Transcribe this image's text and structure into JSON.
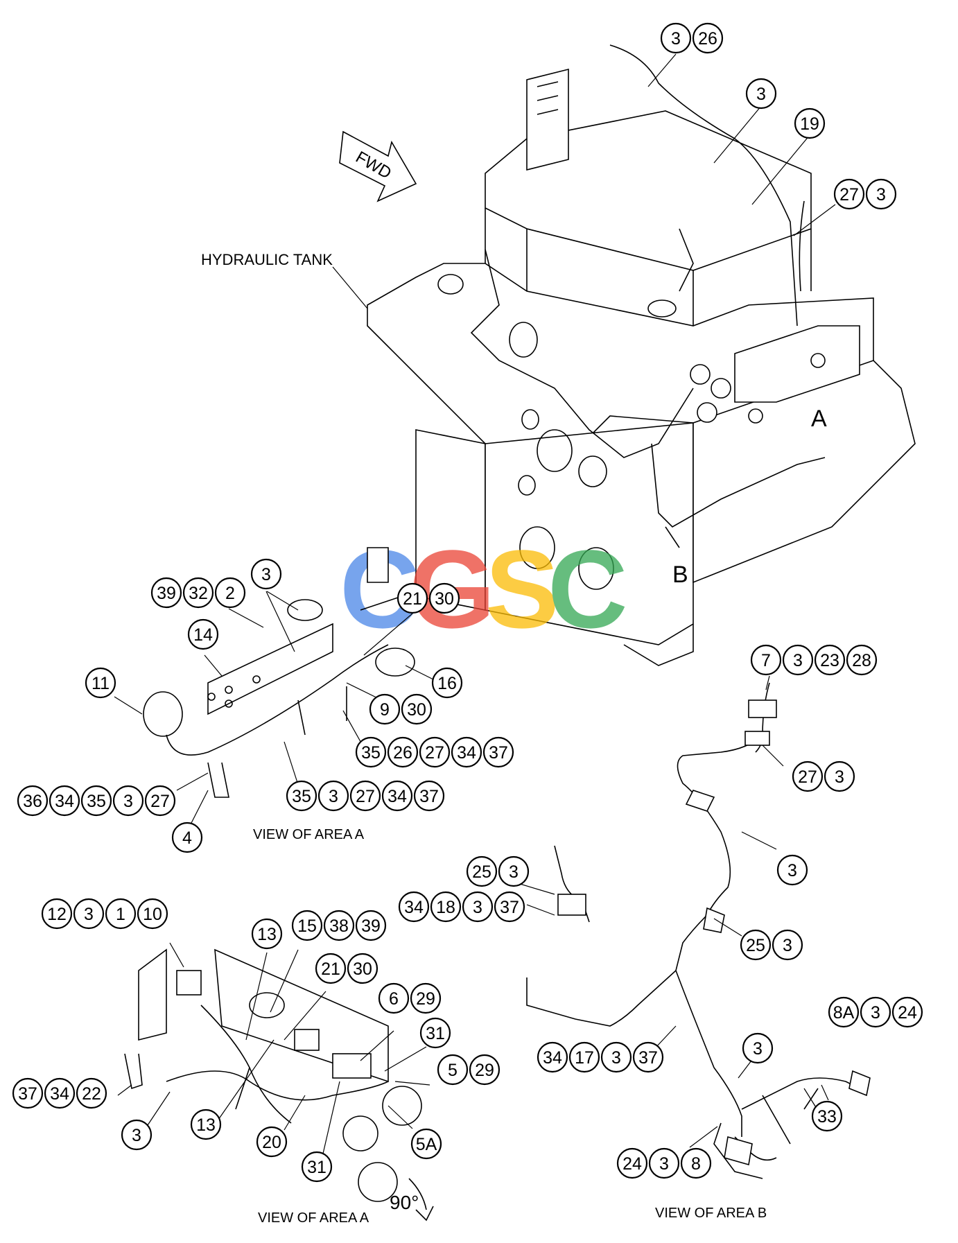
{
  "watermark": "CGSC",
  "colors": {
    "watermark_c1": "#4a86e8",
    "watermark_g": "#ea4335",
    "watermark_s": "#fbbc05",
    "watermark_c2": "#34a853"
  },
  "labels": {
    "hydraulic_tank": "HYDRAULIC TANK",
    "fwd": "FWD",
    "area_a": "A",
    "area_b": "B",
    "view_area_a_1": "VIEW OF AREA A",
    "view_area_a_2": "VIEW OF AREA A",
    "view_area_b": "VIEW OF AREA B",
    "rotation": "90°"
  },
  "callouts": {
    "top_3_26": [
      "3",
      "26"
    ],
    "top_3": [
      "3"
    ],
    "top_19": [
      "19"
    ],
    "top_27_3": [
      "27",
      "3"
    ],
    "a_39_32_2": [
      "39",
      "32",
      "2"
    ],
    "a_3": [
      "3"
    ],
    "a_21_30": [
      "21",
      "30"
    ],
    "a_14": [
      "14"
    ],
    "a_11": [
      "11"
    ],
    "a_16": [
      "16"
    ],
    "a_9_30": [
      "9",
      "30"
    ],
    "a_35_26_27_34_37": [
      "35",
      "26",
      "27",
      "34",
      "37"
    ],
    "a_35_3_27_34_37": [
      "35",
      "3",
      "27",
      "34",
      "37"
    ],
    "a_36_34_35_3_27": [
      "36",
      "34",
      "35",
      "3",
      "27"
    ],
    "a_4": [
      "4"
    ],
    "b_7_3_23_28": [
      "7",
      "3",
      "23",
      "28"
    ],
    "b_27_3": [
      "27",
      "3"
    ],
    "b_3_upper": [
      "3"
    ],
    "b_25_3_left": [
      "25",
      "3"
    ],
    "b_34_18_3_37": [
      "34",
      "18",
      "3",
      "37"
    ],
    "b_25_3_right": [
      "25",
      "3"
    ],
    "b_3_lower": [
      "3"
    ],
    "b_8a_3_24": [
      "8A",
      "3",
      "24"
    ],
    "b_34_17_3_37": [
      "34",
      "17",
      "3",
      "37"
    ],
    "b_33": [
      "33"
    ],
    "b_24_3_8": [
      "24",
      "3",
      "8"
    ],
    "c_12_3_1_10": [
      "12",
      "3",
      "1",
      "10"
    ],
    "c_13_top": [
      "13"
    ],
    "c_15_38_39": [
      "15",
      "38",
      "39"
    ],
    "c_21_30": [
      "21",
      "30"
    ],
    "c_6_29": [
      "6",
      "29"
    ],
    "c_31_top": [
      "31"
    ],
    "c_5_29": [
      "5",
      "29"
    ],
    "c_37_34_22": [
      "37",
      "34",
      "22"
    ],
    "c_3": [
      "3"
    ],
    "c_13_bottom": [
      "13"
    ],
    "c_20": [
      "20"
    ],
    "c_5a": [
      "5A"
    ],
    "c_31_bottom": [
      "31"
    ]
  }
}
